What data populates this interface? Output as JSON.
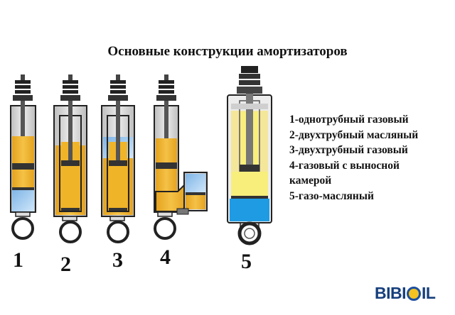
{
  "title": "Основные конструкции амортизаторов",
  "numbers": [
    "1",
    "2",
    "3",
    "4",
    "5"
  ],
  "legend": [
    "1-однотрубный газовый",
    "2-двухтрубный масляный",
    "3-двухтрубный газовый",
    "4-газовый с выносной",
    "камерой",
    "5-газо-масляный"
  ],
  "logo": {
    "before": "BIBI",
    "after": "IL"
  },
  "colors": {
    "oil": "#f0b429",
    "oil_light": "#f4e79a",
    "gas": "#9ec8ef",
    "outline": "#222222",
    "body": "#d4d4d4"
  }
}
